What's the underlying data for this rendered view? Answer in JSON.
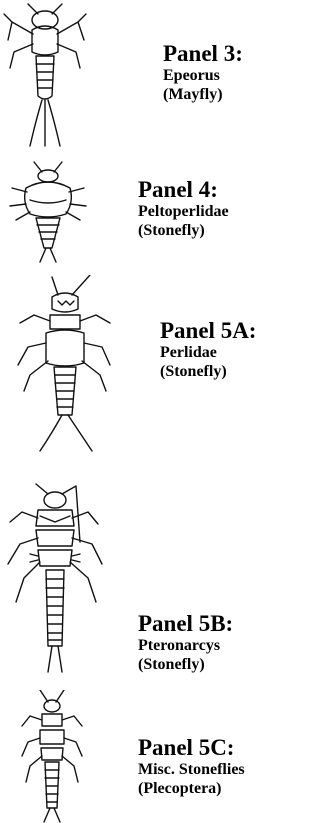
{
  "panels": [
    {
      "title": "Panel 3:",
      "line1": "Epeorus",
      "line2": "(Mayfly)",
      "icon": "mayfly-nymph-icon"
    },
    {
      "title": "Panel 4:",
      "line1": "Peltoperlidae",
      "line2": "(Stonefly)",
      "icon": "stonefly-nymph-icon"
    },
    {
      "title": "Panel 5A:",
      "line1": "Perlidae",
      "line2": "(Stonefly)",
      "icon": "stonefly-nymph-icon"
    },
    {
      "title": "Panel 5B:",
      "line1": "Pteronarcys",
      "line2": "(Stonefly)",
      "icon": "stonefly-nymph-icon"
    },
    {
      "title": "Panel 5C:",
      "line1": "Misc. Stoneflies",
      "line2": "(Plecoptera)",
      "icon": "stonefly-nymph-icon"
    }
  ]
}
